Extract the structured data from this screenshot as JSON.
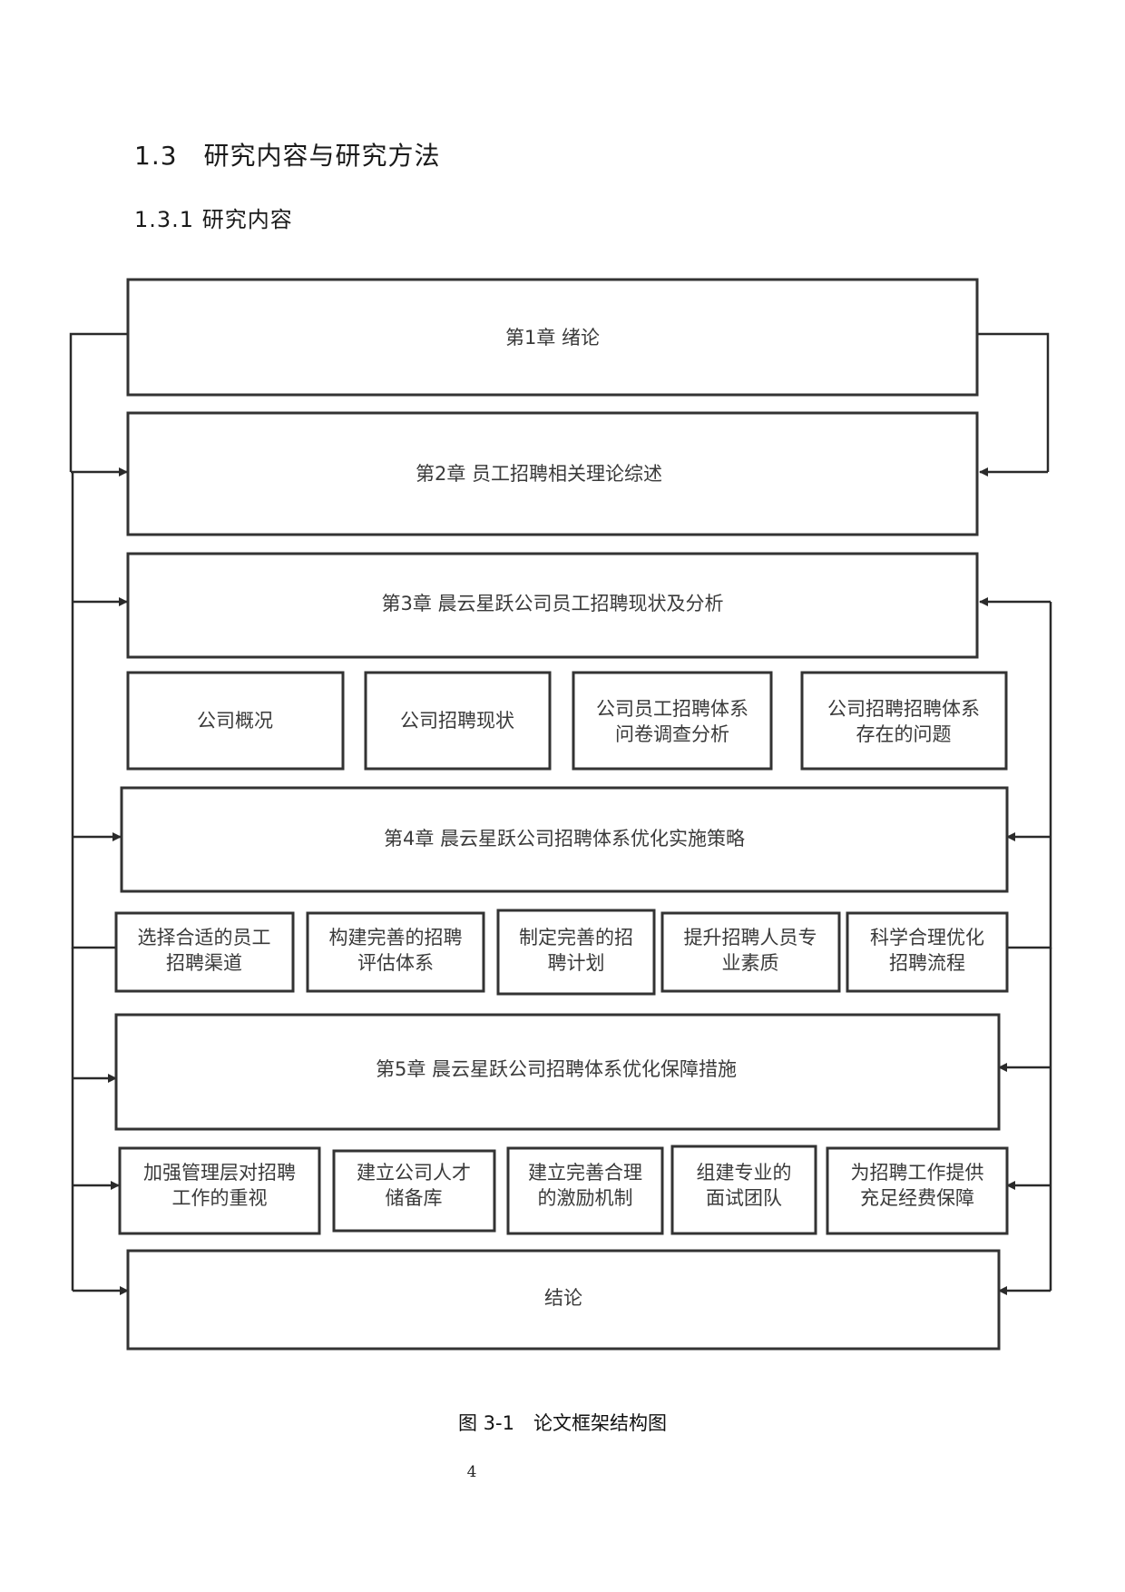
{
  "section_heading": "1.3　研究内容与研究方法",
  "subsection_heading": "1.3.1 研究内容",
  "diagram": {
    "chapter1": "第1章  绪论",
    "chapter2": "第2章  员工招聘相关理论综述",
    "chapter3": "第3章  晨云星跃公司员工招聘现状及分析",
    "chapter3_items": [
      [
        "公司概况"
      ],
      [
        "公司招聘现状"
      ],
      [
        "公司员工招聘体系",
        "问卷调查分析"
      ],
      [
        "公司招聘招聘体系",
        "存在的问题"
      ]
    ],
    "chapter4": "第4章  晨云星跃公司招聘体系优化实施策略",
    "chapter4_items": [
      [
        "选择合适的员工",
        "招聘渠道"
      ],
      [
        "构建完善的招聘",
        "评估体系"
      ],
      [
        "制定完善的招",
        "聘计划"
      ],
      [
        "提升招聘人员专",
        "业素质"
      ],
      [
        "科学合理优化",
        "招聘流程"
      ]
    ],
    "chapter5": "第5章  晨云星跃公司招聘体系优化保障措施",
    "chapter5_items": [
      [
        "加强管理层对招聘",
        "工作的重视"
      ],
      [
        "建立公司人才",
        "储备库"
      ],
      [
        "建立完善合理",
        "的激励机制"
      ],
      [
        "组建专业的",
        "面试团队"
      ],
      [
        "为招聘工作提供",
        "充足经费保障"
      ]
    ],
    "conclusion": "结论"
  },
  "caption": "图 3-1　论文框架结构图",
  "page_number": "4"
}
